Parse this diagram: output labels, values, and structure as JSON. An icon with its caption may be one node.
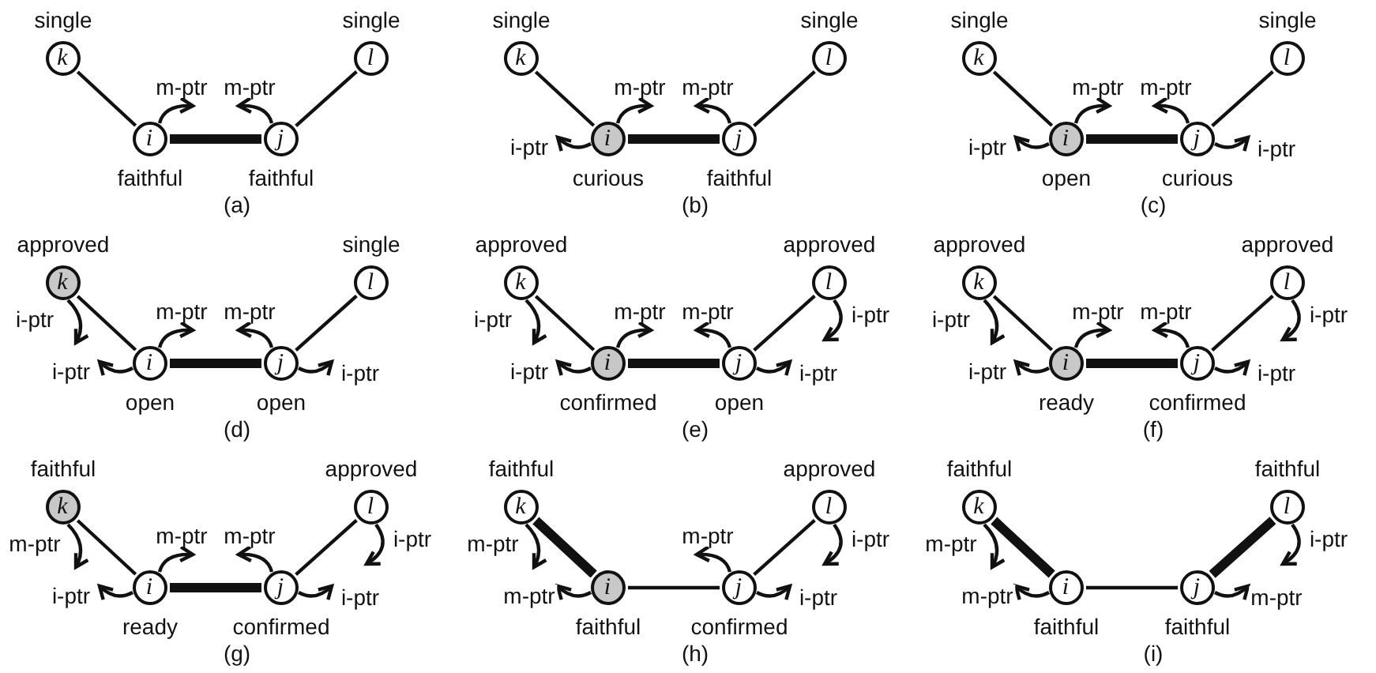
{
  "diagram": {
    "nodes": [
      {
        "text": [
          "k"
        ],
        "beside": [
          "single"
        ]
      },
      {
        "text": [
          "i"
        ],
        "beside": [
          "faithful"
        ]
      },
      {
        "text": [
          "j"
        ],
        "beside": [
          "faithful"
        ]
      },
      {
        "text": [
          "l"
        ],
        "beside": [
          "single"
        ]
      },
      {
        "text": [
          "k"
        ],
        "beside": [
          "single"
        ]
      },
      {
        "text": [
          "i"
        ],
        "beside": [
          "curious"
        ]
      },
      {
        "text": [
          "j"
        ],
        "beside": [
          "faithful"
        ]
      },
      {
        "text": [
          "l"
        ],
        "beside": [
          "single"
        ]
      },
      {
        "text": [
          "k"
        ],
        "beside": [
          "single"
        ]
      },
      {
        "text": [
          "i"
        ],
        "beside": [
          "open"
        ]
      },
      {
        "text": [
          "j"
        ],
        "beside": [
          "curious"
        ]
      },
      {
        "text": [
          "l"
        ],
        "beside": [
          "single"
        ]
      },
      {
        "text": [
          "k"
        ],
        "beside": [
          "approved"
        ]
      },
      {
        "text": [
          "i"
        ],
        "beside": [
          "open"
        ]
      },
      {
        "text": [
          "j"
        ],
        "beside": [
          "open"
        ]
      },
      {
        "text": [
          "l"
        ],
        "beside": [
          "single"
        ]
      },
      {
        "text": [
          "k"
        ],
        "beside": [
          "approved"
        ]
      },
      {
        "text": [
          "i"
        ],
        "beside": [
          "confirmed"
        ]
      },
      {
        "text": [
          "j"
        ],
        "beside": [
          "open"
        ]
      },
      {
        "text": [
          "l"
        ],
        "beside": [
          "approved"
        ]
      },
      {
        "text": [
          "k"
        ],
        "beside": [
          "approved"
        ]
      },
      {
        "text": [
          "i"
        ],
        "beside": [
          "ready"
        ]
      },
      {
        "text": [
          "j"
        ],
        "beside": [
          "confirmed"
        ]
      },
      {
        "text": [
          "l"
        ],
        "beside": [
          "approved"
        ]
      },
      {
        "text": [
          "k"
        ],
        "beside": [
          "faithful"
        ]
      },
      {
        "text": [
          "i"
        ],
        "beside": [
          "ready"
        ]
      },
      {
        "text": [
          "j"
        ],
        "beside": [
          "confirmed"
        ]
      },
      {
        "text": [
          "l"
        ],
        "beside": [
          "approved"
        ]
      },
      {
        "text": [
          "k"
        ],
        "beside": [
          "faithful"
        ]
      },
      {
        "text": [
          "i"
        ],
        "beside": [
          "faithful"
        ]
      },
      {
        "text": [
          "j"
        ],
        "beside": [
          "confirmed"
        ]
      },
      {
        "text": [
          "l"
        ],
        "beside": [
          "approved"
        ]
      },
      {
        "text": [
          "k"
        ],
        "beside": [
          "faithful"
        ]
      },
      {
        "text": [
          "i"
        ],
        "beside": [
          "faithful"
        ]
      },
      {
        "text": [
          "j"
        ],
        "beside": [
          "faithful"
        ]
      },
      {
        "text": [
          "l"
        ],
        "beside": [
          "faithful"
        ]
      }
    ],
    "edges": [
      {
        "from": 0,
        "to": 1,
        "arrow": "none"
      },
      {
        "from": 1,
        "to": 2,
        "arrow": "none",
        "style": "thick"
      },
      {
        "from": 2,
        "to": 3,
        "arrow": "none"
      },
      {
        "from": 1,
        "to": null,
        "arrow": "to",
        "label": "m-ptr"
      },
      {
        "from": 2,
        "to": null,
        "arrow": "to",
        "label": "m-ptr"
      },
      {
        "from": 4,
        "to": 5,
        "arrow": "none"
      },
      {
        "from": 5,
        "to": 6,
        "arrow": "none",
        "style": "thick"
      },
      {
        "from": 6,
        "to": 7,
        "arrow": "none"
      },
      {
        "from": 5,
        "to": null,
        "arrow": "to",
        "label": "m-ptr"
      },
      {
        "from": 5,
        "to": null,
        "arrow": "to",
        "label": "i-ptr"
      },
      {
        "from": 6,
        "to": null,
        "arrow": "to",
        "label": "m-ptr"
      },
      {
        "from": 8,
        "to": 9,
        "arrow": "none"
      },
      {
        "from": 9,
        "to": 10,
        "arrow": "none",
        "style": "thick"
      },
      {
        "from": 10,
        "to": 11,
        "arrow": "none"
      },
      {
        "from": 9,
        "to": null,
        "arrow": "to",
        "label": "m-ptr"
      },
      {
        "from": 9,
        "to": null,
        "arrow": "to",
        "label": "i-ptr"
      },
      {
        "from": 10,
        "to": null,
        "arrow": "to",
        "label": "m-ptr"
      },
      {
        "from": 10,
        "to": null,
        "arrow": "to",
        "label": "i-ptr"
      },
      {
        "from": 12,
        "to": 13,
        "arrow": "none"
      },
      {
        "from": 13,
        "to": 14,
        "arrow": "none",
        "style": "thick"
      },
      {
        "from": 14,
        "to": 15,
        "arrow": "none"
      },
      {
        "from": 12,
        "to": null,
        "arrow": "to",
        "label": "i-ptr"
      },
      {
        "from": 13,
        "to": null,
        "arrow": "to",
        "label": "m-ptr"
      },
      {
        "from": 13,
        "to": null,
        "arrow": "to",
        "label": "i-ptr"
      },
      {
        "from": 14,
        "to": null,
        "arrow": "to",
        "label": "m-ptr"
      },
      {
        "from": 14,
        "to": null,
        "arrow": "to",
        "label": "i-ptr"
      },
      {
        "from": 16,
        "to": 17,
        "arrow": "none"
      },
      {
        "from": 17,
        "to": 18,
        "arrow": "none",
        "style": "thick"
      },
      {
        "from": 18,
        "to": 19,
        "arrow": "none"
      },
      {
        "from": 16,
        "to": null,
        "arrow": "to",
        "label": "i-ptr"
      },
      {
        "from": 17,
        "to": null,
        "arrow": "to",
        "label": "m-ptr"
      },
      {
        "from": 17,
        "to": null,
        "arrow": "to",
        "label": "i-ptr"
      },
      {
        "from": 18,
        "to": null,
        "arrow": "to",
        "label": "m-ptr"
      },
      {
        "from": 18,
        "to": null,
        "arrow": "to",
        "label": "i-ptr"
      },
      {
        "from": 19,
        "to": null,
        "arrow": "to",
        "label": "i-ptr"
      },
      {
        "from": 20,
        "to": 21,
        "arrow": "none"
      },
      {
        "from": 21,
        "to": 22,
        "arrow": "none",
        "style": "thick"
      },
      {
        "from": 22,
        "to": 23,
        "arrow": "none"
      },
      {
        "from": 20,
        "to": null,
        "arrow": "to",
        "label": "i-ptr"
      },
      {
        "from": 21,
        "to": null,
        "arrow": "to",
        "label": "m-ptr"
      },
      {
        "from": 21,
        "to": null,
        "arrow": "to",
        "label": "i-ptr"
      },
      {
        "from": 22,
        "to": null,
        "arrow": "to",
        "label": "m-ptr"
      },
      {
        "from": 22,
        "to": null,
        "arrow": "to",
        "label": "i-ptr"
      },
      {
        "from": 23,
        "to": null,
        "arrow": "to",
        "label": "i-ptr"
      },
      {
        "from": 24,
        "to": 25,
        "arrow": "none"
      },
      {
        "from": 25,
        "to": 26,
        "arrow": "none",
        "style": "thick"
      },
      {
        "from": 26,
        "to": 27,
        "arrow": "none"
      },
      {
        "from": 24,
        "to": null,
        "arrow": "to",
        "label": "m-ptr"
      },
      {
        "from": 25,
        "to": null,
        "arrow": "to",
        "label": "m-ptr"
      },
      {
        "from": 25,
        "to": null,
        "arrow": "to",
        "label": "i-ptr"
      },
      {
        "from": 26,
        "to": null,
        "arrow": "to",
        "label": "m-ptr"
      },
      {
        "from": 26,
        "to": null,
        "arrow": "to",
        "label": "i-ptr"
      },
      {
        "from": 27,
        "to": null,
        "arrow": "to",
        "label": "i-ptr"
      },
      {
        "from": 28,
        "to": 29,
        "arrow": "none",
        "style": "thick"
      },
      {
        "from": 29,
        "to": 30,
        "arrow": "none"
      },
      {
        "from": 30,
        "to": 31,
        "arrow": "none"
      },
      {
        "from": 28,
        "to": null,
        "arrow": "to",
        "label": "m-ptr"
      },
      {
        "from": 29,
        "to": null,
        "arrow": "to",
        "label": "m-ptr"
      },
      {
        "from": 30,
        "to": null,
        "arrow": "to",
        "label": "m-ptr"
      },
      {
        "from": 30,
        "to": null,
        "arrow": "to",
        "label": "i-ptr"
      },
      {
        "from": 31,
        "to": null,
        "arrow": "to",
        "label": "i-ptr"
      },
      {
        "from": 32,
        "to": 33,
        "arrow": "none",
        "style": "thick"
      },
      {
        "from": 33,
        "to": 34,
        "arrow": "none"
      },
      {
        "from": 34,
        "to": 35,
        "arrow": "none",
        "style": "thick"
      },
      {
        "from": 32,
        "to": null,
        "arrow": "to",
        "label": "m-ptr"
      },
      {
        "from": 33,
        "to": null,
        "arrow": "to",
        "label": "m-ptr"
      },
      {
        "from": 34,
        "to": null,
        "arrow": "to",
        "label": "m-ptr"
      },
      {
        "from": 35,
        "to": null,
        "arrow": "to",
        "label": "i-ptr"
      }
    ],
    "labels": [
      "(a)",
      "(b)",
      "(c)",
      "(d)",
      "(e)",
      "(f)",
      "(g)",
      "(h)",
      "(i)"
    ]
  }
}
